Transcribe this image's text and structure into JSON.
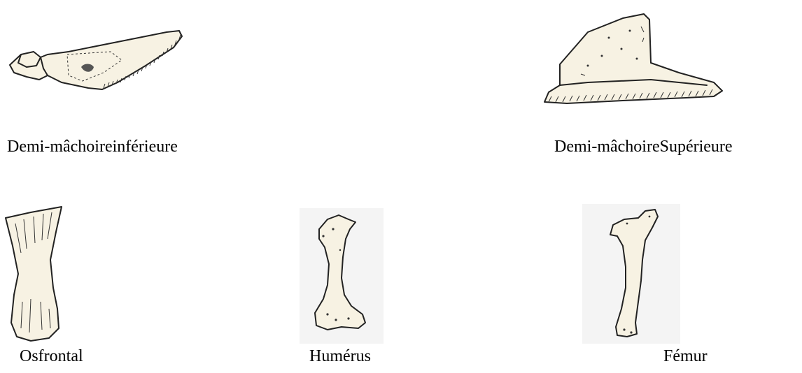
{
  "figures": [
    {
      "id": "lower-jaw",
      "label": "Demi-mâchoireinférieure"
    },
    {
      "id": "upper-jaw",
      "label": "Demi-mâchoireSupérieure"
    },
    {
      "id": "frontal",
      "label": "Osfrontal"
    },
    {
      "id": "humerus",
      "label": "Humérus"
    },
    {
      "id": "femur",
      "label": "Fémur"
    }
  ],
  "colors": {
    "ink": "#222222",
    "bone": "#f7f2e3",
    "background": "#ffffff"
  }
}
